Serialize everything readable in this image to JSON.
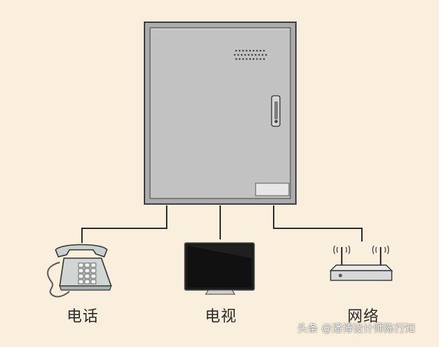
{
  "labels": {
    "phone": "电话",
    "tv": "电视",
    "network": "网络"
  },
  "watermark": "头条 @潘博设计师陈行知",
  "icons": {
    "cabinet": "distribution-box-icon",
    "phone": "telephone-icon",
    "tv": "tv-icon",
    "router": "router-icon"
  },
  "colors": {
    "background": "#faeedd",
    "cabinet_body": "#b7b7b7",
    "cabinet_door": "#c1c1c1",
    "outline": "#3d3d3d",
    "connector": "#2b2b2b"
  }
}
